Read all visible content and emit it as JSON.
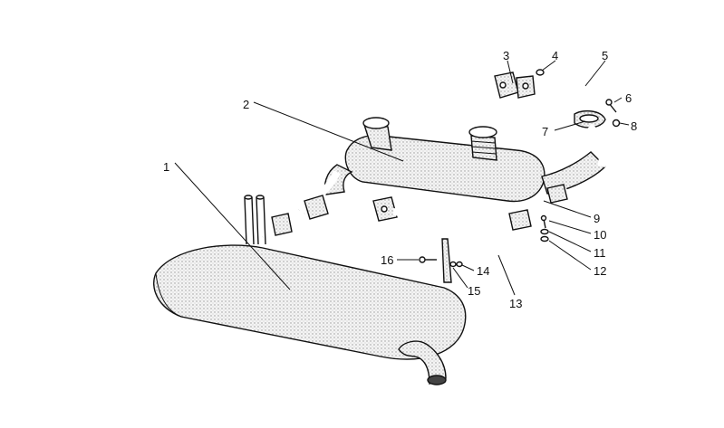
{
  "diagram": {
    "callouts": [
      {
        "id": "c1",
        "label": "1"
      },
      {
        "id": "c2",
        "label": "2"
      },
      {
        "id": "c3",
        "label": "3"
      },
      {
        "id": "c4",
        "label": "4"
      },
      {
        "id": "c5",
        "label": "5"
      },
      {
        "id": "c6",
        "label": "6"
      },
      {
        "id": "c7",
        "label": "7"
      },
      {
        "id": "c8",
        "label": "8"
      },
      {
        "id": "c9",
        "label": "9"
      },
      {
        "id": "c10",
        "label": "10"
      },
      {
        "id": "c11",
        "label": "11"
      },
      {
        "id": "c12",
        "label": "12"
      },
      {
        "id": "c13",
        "label": "13"
      },
      {
        "id": "c14",
        "label": "14"
      },
      {
        "id": "c15",
        "label": "15"
      },
      {
        "id": "c16",
        "label": "16"
      }
    ],
    "colors": {
      "ink": "#111111",
      "background": "#ffffff",
      "shade": "#9a9a9a"
    }
  }
}
